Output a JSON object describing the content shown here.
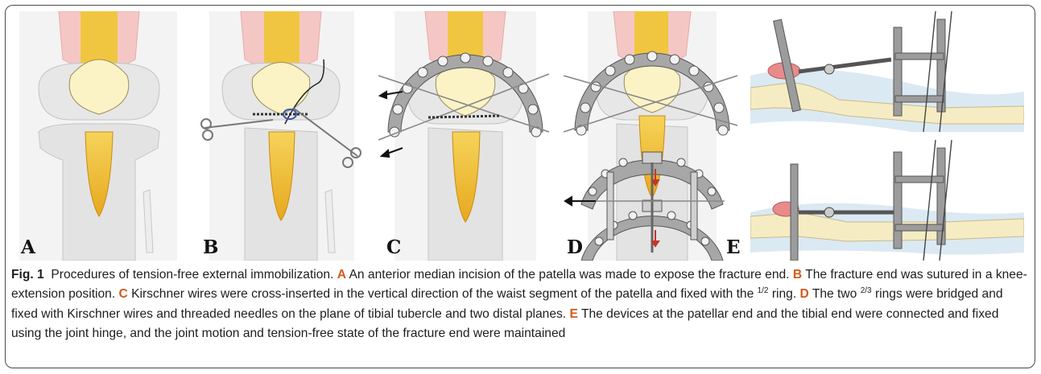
{
  "panels": [
    {
      "label": "A"
    },
    {
      "label": "B"
    },
    {
      "label": "C"
    },
    {
      "label": "D"
    },
    {
      "label": "E"
    }
  ],
  "caption": {
    "fig_label": "Fig. 1",
    "title": "Procedures of tension-free external immobilization.",
    "items": [
      {
        "ref": "A",
        "text": "An anterior median incision of the patella was made to expose the fracture end."
      },
      {
        "ref": "B",
        "text": "The fracture end was sutured in a knee-extension position."
      },
      {
        "ref": "C",
        "pre": "Kirschner wires were cross-inserted in the vertical direction of the waist segment of the patella and fixed with the",
        "sup": "1/2",
        "post": "ring."
      },
      {
        "ref": "D",
        "pre": "The two",
        "sup": "2/3",
        "post": "rings were bridged and fixed with Kirschner wires and threaded needles on the plane of tibial tubercle and two distal planes."
      },
      {
        "ref": "E",
        "text": "The devices at the patellar end and the tibial end were connected and fixed using the joint hinge, and the joint motion and tension-free state of the fracture end were maintained"
      }
    ]
  },
  "colors": {
    "quad": "#f5c7c4",
    "tendon": "#f0c640",
    "bone": "#e6e6e6",
    "bone_edge": "#b9b9b9",
    "patella": "#fbf3c6",
    "metal": "#8f8f8f",
    "skin": "#dbe9f3"
  }
}
